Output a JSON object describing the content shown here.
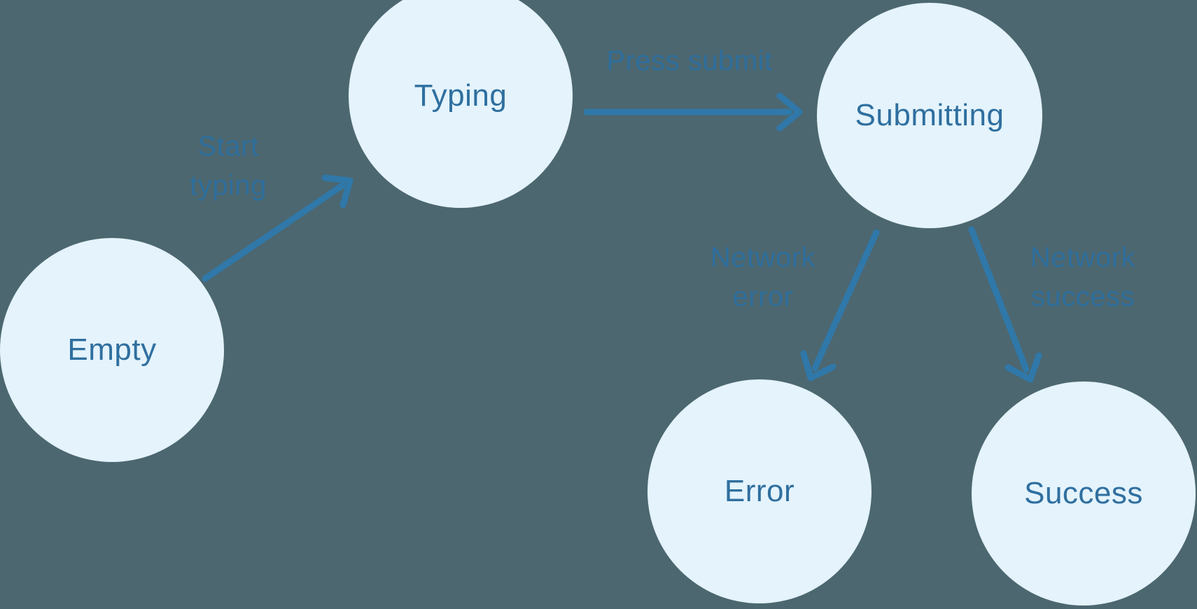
{
  "diagram": {
    "states": [
      {
        "id": "empty",
        "label": "Empty"
      },
      {
        "id": "typing",
        "label": "Typing"
      },
      {
        "id": "submitting",
        "label": "Submitting"
      },
      {
        "id": "error",
        "label": "Error"
      },
      {
        "id": "success",
        "label": "Success"
      }
    ],
    "transitions": [
      {
        "from": "empty",
        "to": "typing",
        "label": "Start typing"
      },
      {
        "from": "typing",
        "to": "submitting",
        "label": "Press submit"
      },
      {
        "from": "submitting",
        "to": "error",
        "label": "Network error"
      },
      {
        "from": "submitting",
        "to": "success",
        "label": "Network success"
      }
    ],
    "colors": {
      "background": "#4C6770",
      "state_fill": "#E4F3FC",
      "state_text": "#2F6F9F",
      "arrow": "#2F78A9",
      "transition_label": "#2E6E9C"
    }
  }
}
